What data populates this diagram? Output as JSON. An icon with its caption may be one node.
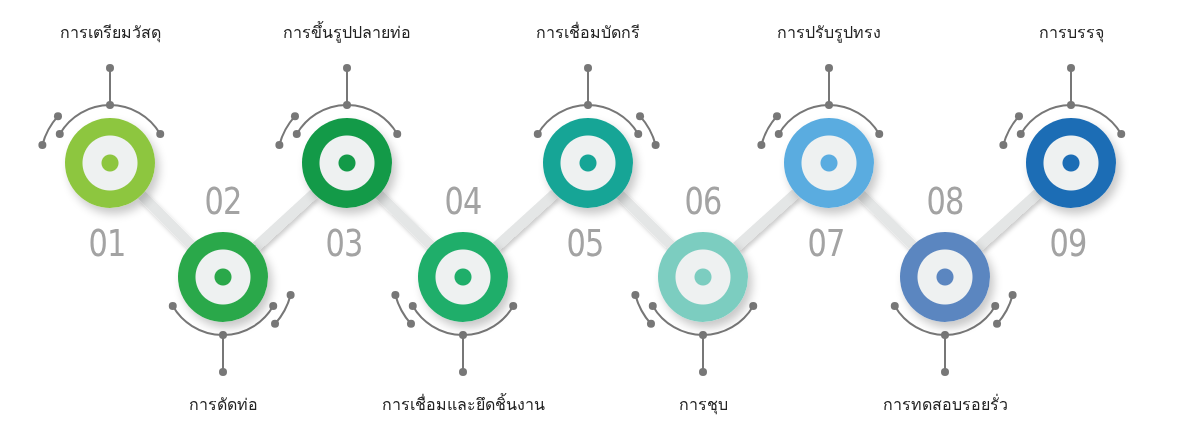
{
  "diagram": {
    "nodes": [
      {
        "text": [
          "การเตรียมวัสดุ"
        ],
        "beside": [
          "01"
        ]
      },
      {
        "text": [
          "การดัดท่อ"
        ],
        "beside": [
          "02"
        ]
      },
      {
        "text": [
          "การขึ้นรูปปลายท่อ"
        ],
        "beside": [
          "03"
        ]
      },
      {
        "text": [
          "การเชื่อมและยึดชิ้นงาน"
        ],
        "beside": [
          "04"
        ]
      },
      {
        "text": [
          "การเชื่อมบัดกรี"
        ],
        "beside": [
          "05"
        ]
      },
      {
        "text": [
          "การชุบ"
        ],
        "beside": [
          "06"
        ]
      },
      {
        "text": [
          "การปรับรูปทรง"
        ],
        "beside": [
          "07"
        ]
      },
      {
        "text": [
          "การทดสอบรอยรั่ว"
        ],
        "beside": [
          "08"
        ]
      },
      {
        "text": [
          "การบรรจุ"
        ],
        "beside": [
          "09"
        ]
      }
    ],
    "edges": [
      {
        "from": 0,
        "to": 1,
        "arrow": "none"
      },
      {
        "from": 1,
        "to": 2,
        "arrow": "none"
      },
      {
        "from": 2,
        "to": 3,
        "arrow": "none"
      },
      {
        "from": 3,
        "to": 4,
        "arrow": "none"
      },
      {
        "from": 4,
        "to": 5,
        "arrow": "none"
      },
      {
        "from": 5,
        "to": 6,
        "arrow": "none"
      },
      {
        "from": 6,
        "to": 7,
        "arrow": "none"
      },
      {
        "from": 7,
        "to": 8,
        "arrow": "none"
      }
    ]
  }
}
